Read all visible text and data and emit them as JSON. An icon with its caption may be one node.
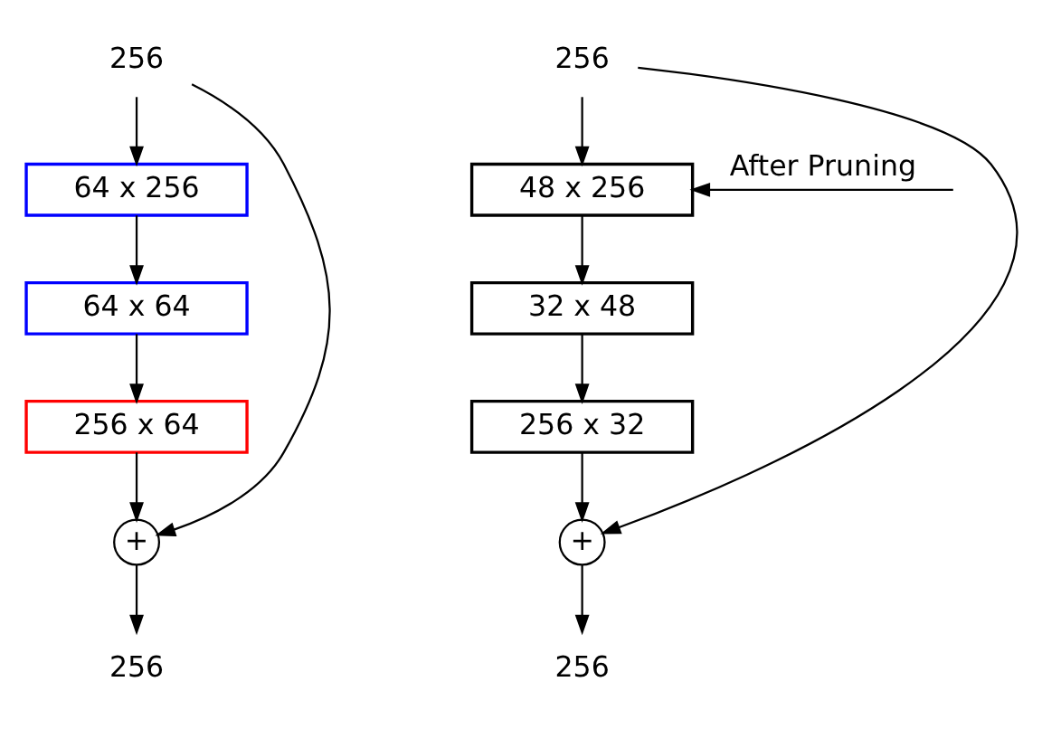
{
  "diagram": {
    "nodes": [
      {
        "text": [
          "256"
        ]
      },
      {
        "text": [
          "64 x 256"
        ]
      },
      {
        "text": [
          "64 x 64"
        ]
      },
      {
        "text": [
          "256 x 64"
        ]
      },
      {
        "text": [
          "+"
        ]
      },
      {
        "text": [
          "256"
        ]
      },
      {
        "text": [
          "256"
        ]
      },
      {
        "text": [
          "48 x 256"
        ]
      },
      {
        "text": [
          "32 x 48"
        ]
      },
      {
        "text": [
          "256 x 32"
        ]
      },
      {
        "text": [
          "+"
        ]
      },
      {
        "text": [
          "256"
        ]
      }
    ],
    "edges": [
      {
        "from": 0,
        "to": 1,
        "arrow": "to"
      },
      {
        "from": 1,
        "to": 2,
        "arrow": "to"
      },
      {
        "from": 2,
        "to": 3,
        "arrow": "to"
      },
      {
        "from": 3,
        "to": 4,
        "arrow": "to"
      },
      {
        "from": 0,
        "to": 4,
        "arrow": "to"
      },
      {
        "from": 4,
        "to": 5,
        "arrow": "to"
      },
      {
        "from": null,
        "to": 7,
        "arrow": "to",
        "label": "After Pruning"
      },
      {
        "from": 6,
        "to": 7,
        "arrow": "to"
      },
      {
        "from": 7,
        "to": 8,
        "arrow": "to"
      },
      {
        "from": 8,
        "to": 9,
        "arrow": "to"
      },
      {
        "from": 9,
        "to": 10,
        "arrow": "to"
      },
      {
        "from": 6,
        "to": 10,
        "arrow": "to"
      },
      {
        "from": 10,
        "to": 11,
        "arrow": "to"
      }
    ]
  }
}
